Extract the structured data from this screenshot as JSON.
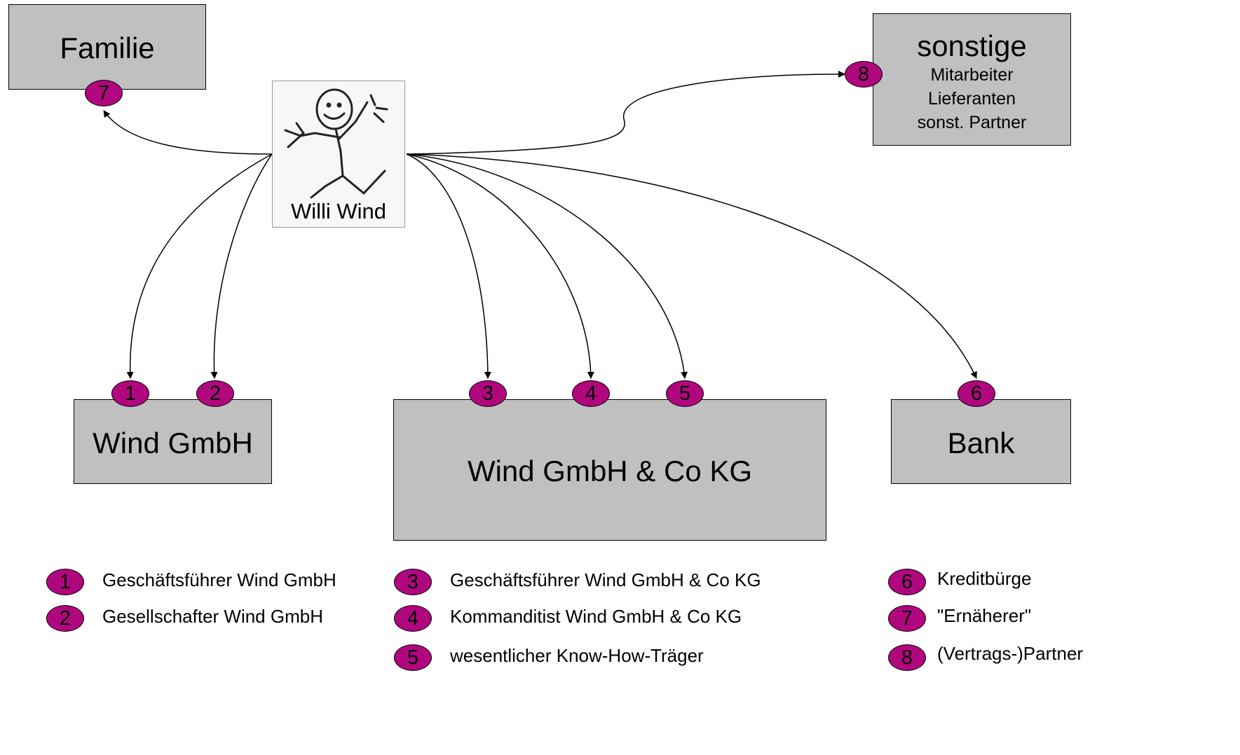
{
  "nodes": {
    "familie": {
      "title": "Familie"
    },
    "sonstige": {
      "title": "sonstige",
      "lines": [
        "Mitarbeiter",
        "Lieferanten",
        "sonst. Partner"
      ]
    },
    "person": {
      "label": "Willi Wind"
    },
    "wind_gmbh": {
      "title": "Wind GmbH"
    },
    "wind_kg": {
      "title": "Wind GmbH & Co KG"
    },
    "bank": {
      "title": "Bank"
    }
  },
  "badges": [
    "1",
    "2",
    "3",
    "4",
    "5",
    "6",
    "7",
    "8"
  ],
  "legend": [
    {
      "num": "1",
      "text": "Geschäftsführer Wind GmbH"
    },
    {
      "num": "2",
      "text": "Gesellschafter Wind GmbH"
    },
    {
      "num": "3",
      "text": "Geschäftsführer Wind GmbH & Co KG"
    },
    {
      "num": "4",
      "text": "Kommanditist Wind GmbH & Co KG"
    },
    {
      "num": "5",
      "text": "wesentlicher Know-How-Träger"
    },
    {
      "num": "6",
      "text": "Kreditbürge"
    },
    {
      "num": "7",
      "text": "\"Ernäherer\""
    },
    {
      "num": "8",
      "text": "(Vertrags-)Partner"
    }
  ],
  "colors": {
    "box_fill": "#c0c0c0",
    "badge_fill": "#b0077e",
    "line": "#000000"
  }
}
